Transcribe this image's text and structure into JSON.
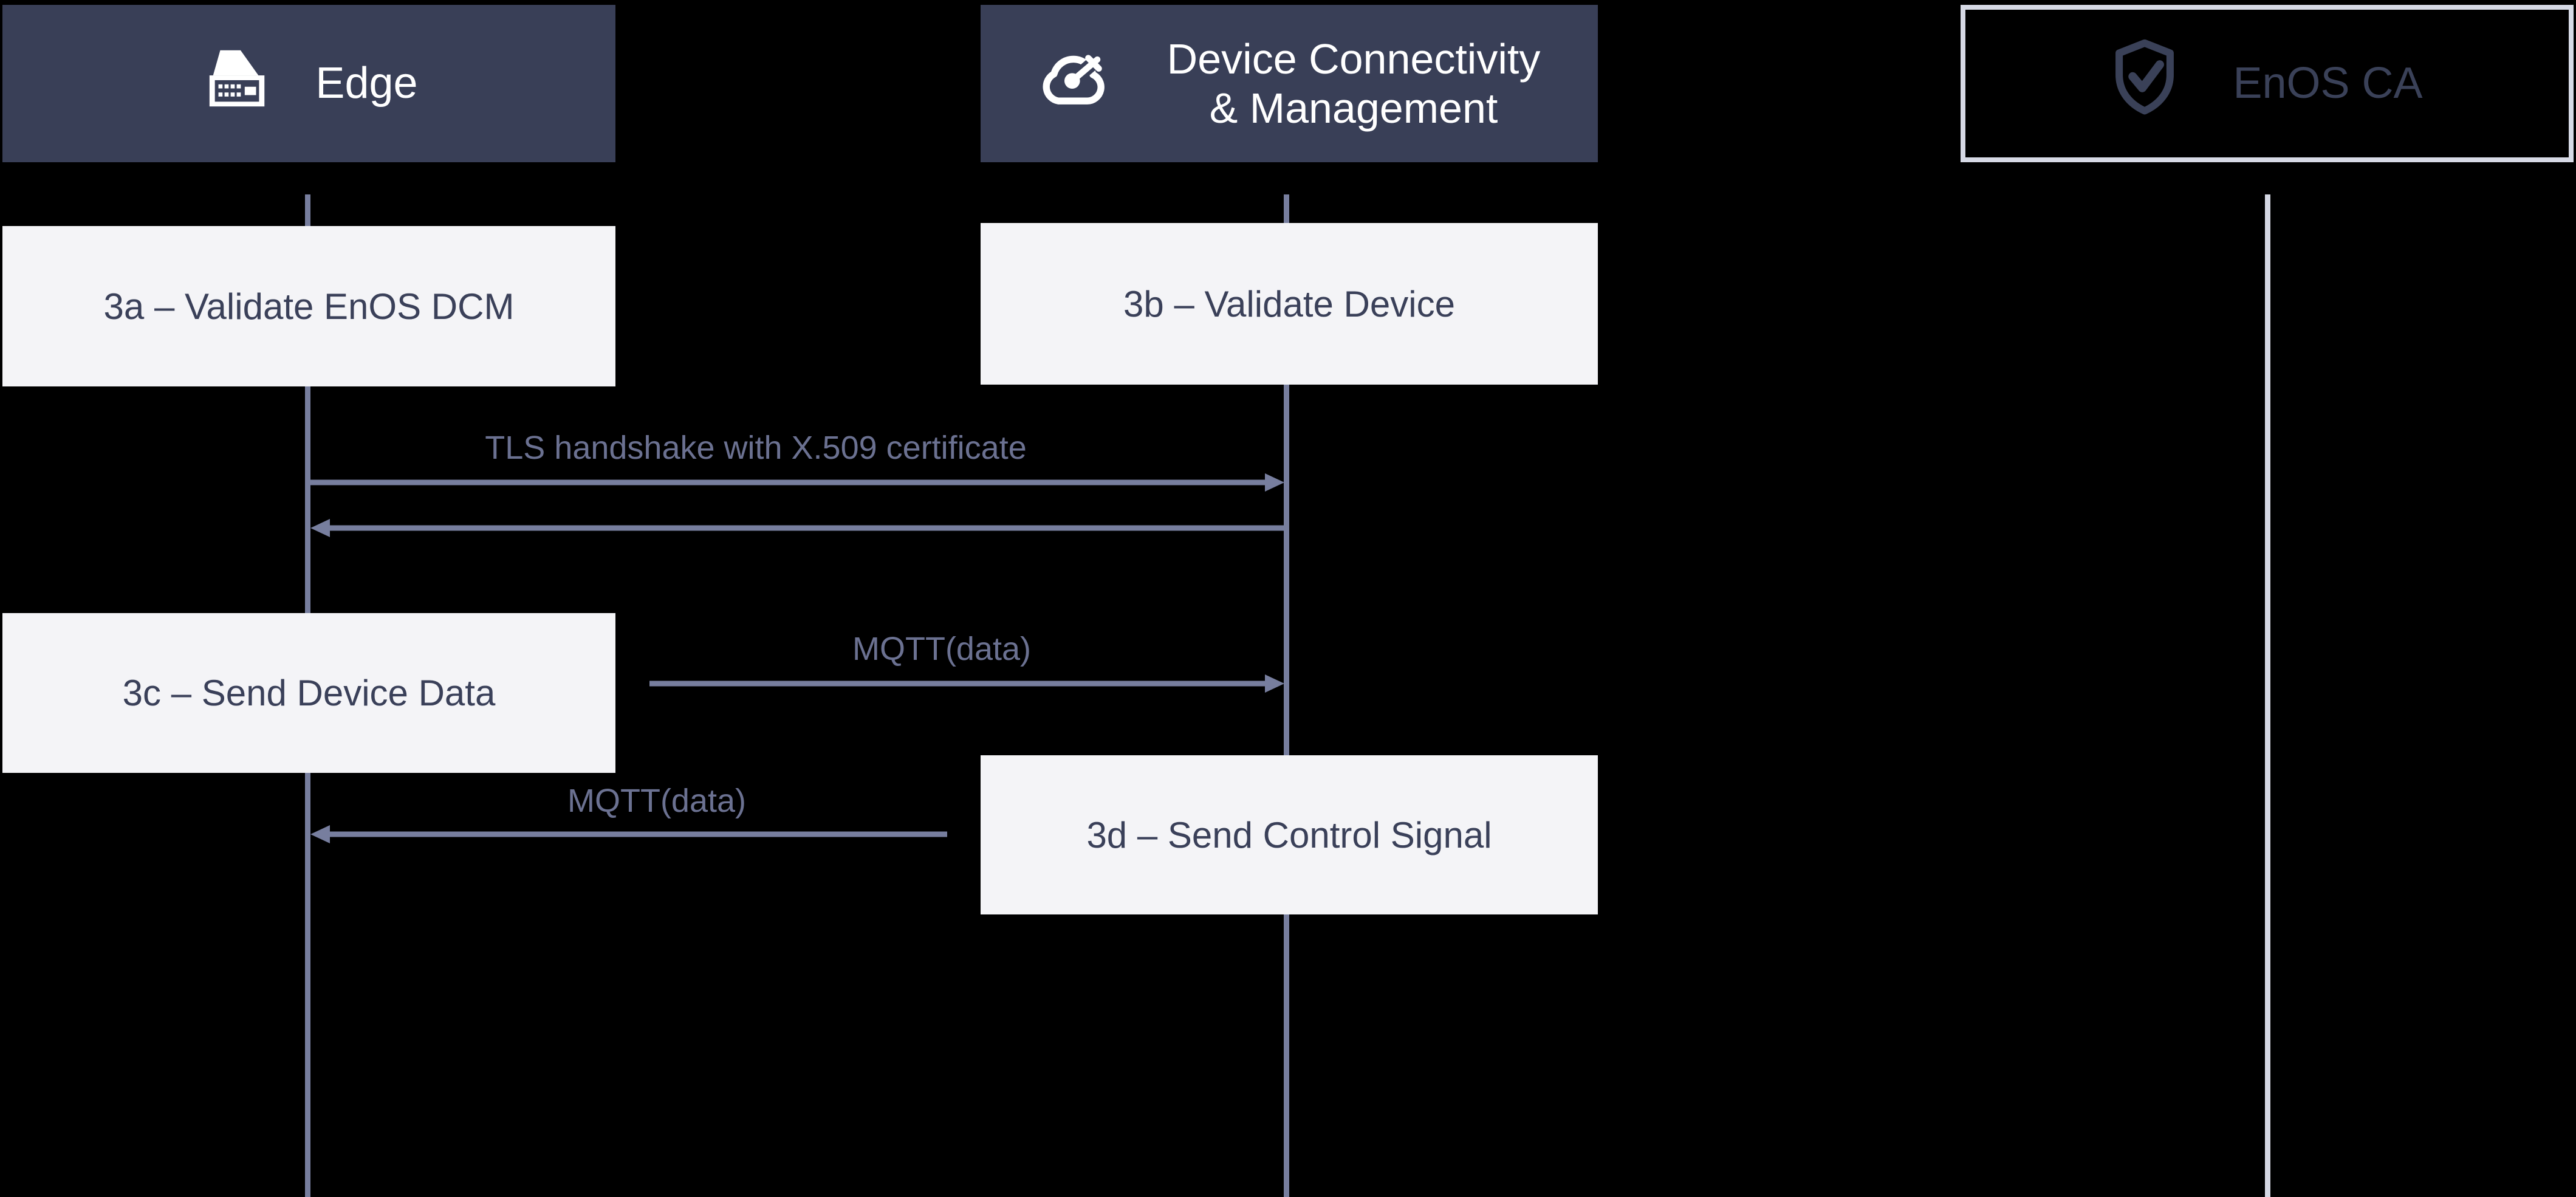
{
  "colors": {
    "background": "#000000",
    "participant_fill": "#393F57",
    "participant_text": "#FFFFFF",
    "inactive_participant_border": "#D6D9E5",
    "inactive_participant_text": "#3A4158",
    "activity_fill": "#F4F4F7",
    "activity_text": "#3A4059",
    "lifeline_active": "#777E9E",
    "lifeline_inactive": "#D4D7E3",
    "message_line": "#777E9E",
    "message_label": "#6B7191"
  },
  "participants": [
    {
      "label": "Edge",
      "icon": "edge-gateway-icon",
      "state": "active"
    },
    {
      "label": "Device Connectivity & Management",
      "line1": "Device Connectivity",
      "line2": "& Management",
      "icon": "cloud-sync-icon",
      "state": "active"
    },
    {
      "label": "EnOS CA",
      "icon": "shield-check-icon",
      "state": "inactive"
    }
  ],
  "activities": [
    {
      "label": "3a – Validate EnOS DCM"
    },
    {
      "label": "3b – Validate Device"
    },
    {
      "label": "3c – Send Device Data"
    },
    {
      "label": "3d – Send Control Signal"
    }
  ],
  "messages": [
    {
      "label": "TLS handshake with X.509 certificate",
      "direction": "right"
    },
    {
      "label": "",
      "direction": "left"
    },
    {
      "label": "MQTT(data)",
      "direction": "right"
    },
    {
      "label": "MQTT(data)",
      "direction": "left"
    }
  ]
}
